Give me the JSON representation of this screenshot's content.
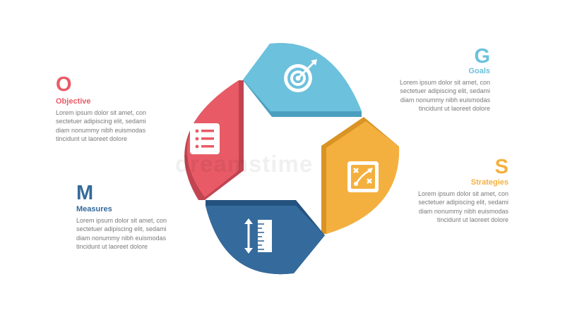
{
  "colors": {
    "objective": "#e85b66",
    "goals": "#6cc1dc",
    "strategies": "#f4b03f",
    "measures": "#356a9c"
  },
  "objective": {
    "letter": "O",
    "title": "Objective",
    "lines": [
      "Lorem ipsum dolor sit amet, con",
      "sectetuer adipiscing elit, sedami",
      "diam nonummy nibh euismodas",
      "tincidunt ut laoreet dolore"
    ],
    "icon": "checklist-icon"
  },
  "goals": {
    "letter": "G",
    "title": "Goals",
    "lines": [
      "Lorem ipsum dolor sit amet, con",
      "sectetuer adipiscing elit, sedami",
      "diam nonummy nibh euismodas",
      "tincidunt ut laoreet dolore"
    ],
    "icon": "target-icon"
  },
  "strategies": {
    "letter": "S",
    "title": "Strategies",
    "lines": [
      "Lorem ipsum dolor sit amet, con",
      "sectetuer adipiscing elit, sedami",
      "diam nonummy nibh euismodas",
      "tincidunt ut laoreet dolore"
    ],
    "icon": "strategy-icon"
  },
  "measures": {
    "letter": "M",
    "title": "Measures",
    "lines": [
      "Lorem ipsum dolor sit amet, con",
      "sectetuer adipiscing elit, sedami",
      "diam nonummy nibh euismodas",
      "tincidunt ut laoreet dolore"
    ],
    "icon": "ruler-icon"
  },
  "watermark": "dreamstime"
}
